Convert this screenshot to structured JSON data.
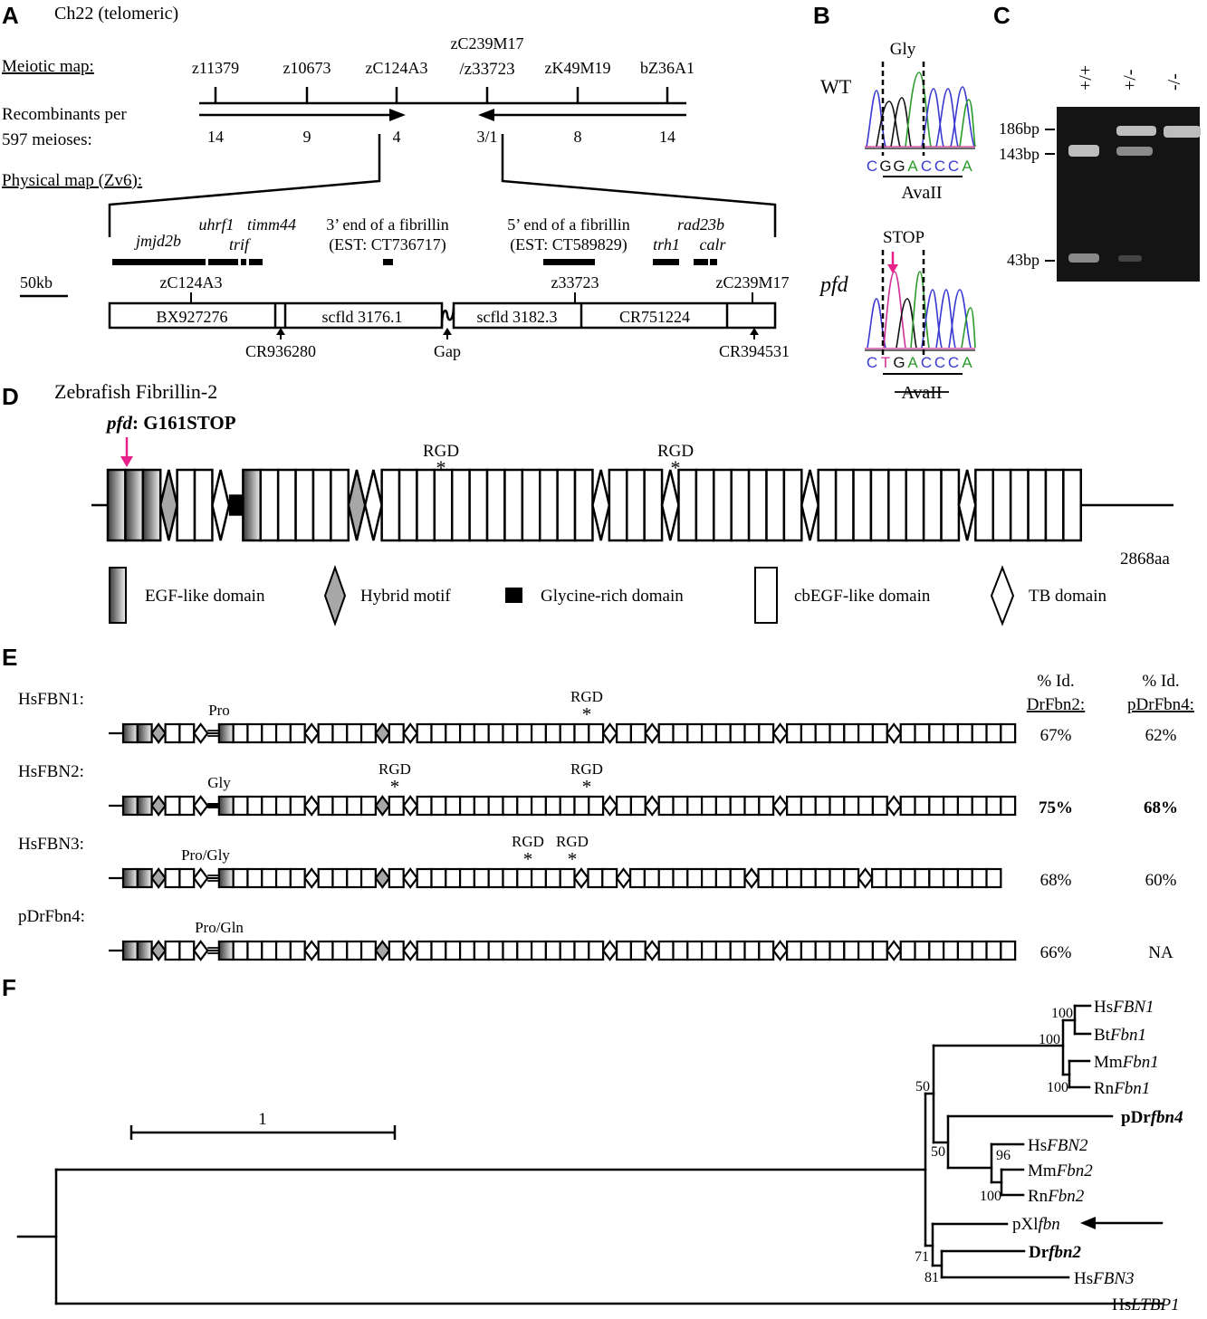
{
  "panels": {
    "A": "A",
    "B": "B",
    "C": "C",
    "D": "D",
    "E": "E",
    "F": "F"
  },
  "panelA": {
    "chromosome": "Ch22 (telomeric)",
    "meiotic_map_label": "Meiotic map:",
    "recombinants_label_1": "Recombinants per",
    "recombinants_label_2": "597 meioses:",
    "physical_map_label": "Physical map (Zv6):",
    "markers": [
      "z11379",
      "z10673",
      "zC124A3",
      "zC239M17",
      "/z33723",
      "zK49M19",
      "bZ36A1"
    ],
    "recombinants": [
      "14",
      "9",
      "4",
      "3/1",
      "8",
      "14"
    ],
    "genes": {
      "jmjd2b": "jmjd2b",
      "uhrf1": "uhrf1",
      "timm44": "timm44",
      "trif": "trif",
      "rad23b": "rad23b",
      "trh1": "trh1",
      "calr": "calr"
    },
    "est3_1": "3’ end of a fibrillin",
    "est3_2": "(EST: CT736717)",
    "est5_1": "5’ end of a fibrillin",
    "est5_2": "(EST: CT589829)",
    "scale": "50kb",
    "clone_labels": {
      "zC124A3": "zC124A3",
      "z33723": "z33723",
      "zC239M17": "zC239M17"
    },
    "contigs": [
      "BX927276",
      "scfld 3176.1",
      "scfld 3182.3",
      "CR751224"
    ],
    "below": {
      "CR936280": "CR936280",
      "Gap": "Gap",
      "CR394531": "CR394531"
    }
  },
  "panelB": {
    "wt": "WT",
    "gly": "Gly",
    "wt_seq": [
      "C",
      "G",
      "G",
      "A",
      "C",
      "C",
      "C",
      "A"
    ],
    "enzyme": "AvaII",
    "pfd": "pfd",
    "stop": "STOP",
    "pfd_seq": [
      "C",
      "T",
      "G",
      "A",
      "C",
      "C",
      "C",
      "A"
    ],
    "enzyme2": "AvaII"
  },
  "panelC": {
    "lanes": [
      "+/+",
      "+/-",
      "-/-"
    ],
    "sizes": [
      "186bp",
      "143bp",
      "43bp"
    ]
  },
  "panelD": {
    "title": "Zebrafish Fibrillin-2",
    "mutation_italic": "pfd",
    "mutation_rest": ": G161STOP",
    "rgd": "RGD",
    "length": "2868aa",
    "legend": [
      "EGF-like domain",
      "Hybrid motif",
      "Glycine-rich domain",
      "cbEGF-like domain",
      "TB domain"
    ]
  },
  "panelE": {
    "col1_1": "% Id.",
    "col1_2": "DrFbn2:",
    "col2_1": "% Id.",
    "col2_2": "pDrFbn4:",
    "rows": [
      {
        "name": "HsFBN1:",
        "linker": "Pro",
        "id1": "67%",
        "id2": "62%"
      },
      {
        "name": "HsFBN2:",
        "linker": "Gly",
        "id1": "75%",
        "id2": "68%"
      },
      {
        "name": "HsFBN3:",
        "linker": "Pro/Gly",
        "id1": "68%",
        "id2": "60%"
      },
      {
        "name": "pDrFbn4:",
        "linker": "Pro/Gln",
        "id1": "66%",
        "id2": "NA"
      }
    ],
    "rgd": "RGD"
  },
  "panelF": {
    "scale": "1",
    "leaves": [
      {
        "prefix": "Hs",
        "it": "FBN1",
        "bold": false
      },
      {
        "prefix": "Bt",
        "it": "Fbn1",
        "bold": false
      },
      {
        "prefix": "Mm",
        "it": "Fbn1",
        "bold": false
      },
      {
        "prefix": "Rn",
        "it": "Fbn1",
        "bold": false
      },
      {
        "prefix": "pDr",
        "it": "fbn4",
        "bold": true
      },
      {
        "prefix": "Hs",
        "it": "FBN2",
        "bold": false
      },
      {
        "prefix": "Mm",
        "it": "Fbn2",
        "bold": false
      },
      {
        "prefix": "Rn",
        "it": "Fbn2",
        "bold": false
      },
      {
        "prefix": "pXl",
        "it": "fbn",
        "bold": false
      },
      {
        "prefix": "Dr",
        "it": "fbn2",
        "bold": true
      },
      {
        "prefix": "Hs",
        "it": "FBN3",
        "bold": false
      },
      {
        "prefix": "Hs",
        "it": "LTBP1",
        "bold": false
      }
    ],
    "bootstrap": [
      "100",
      "100",
      "100",
      "50",
      "50",
      "96",
      "100",
      "71",
      "81"
    ]
  }
}
